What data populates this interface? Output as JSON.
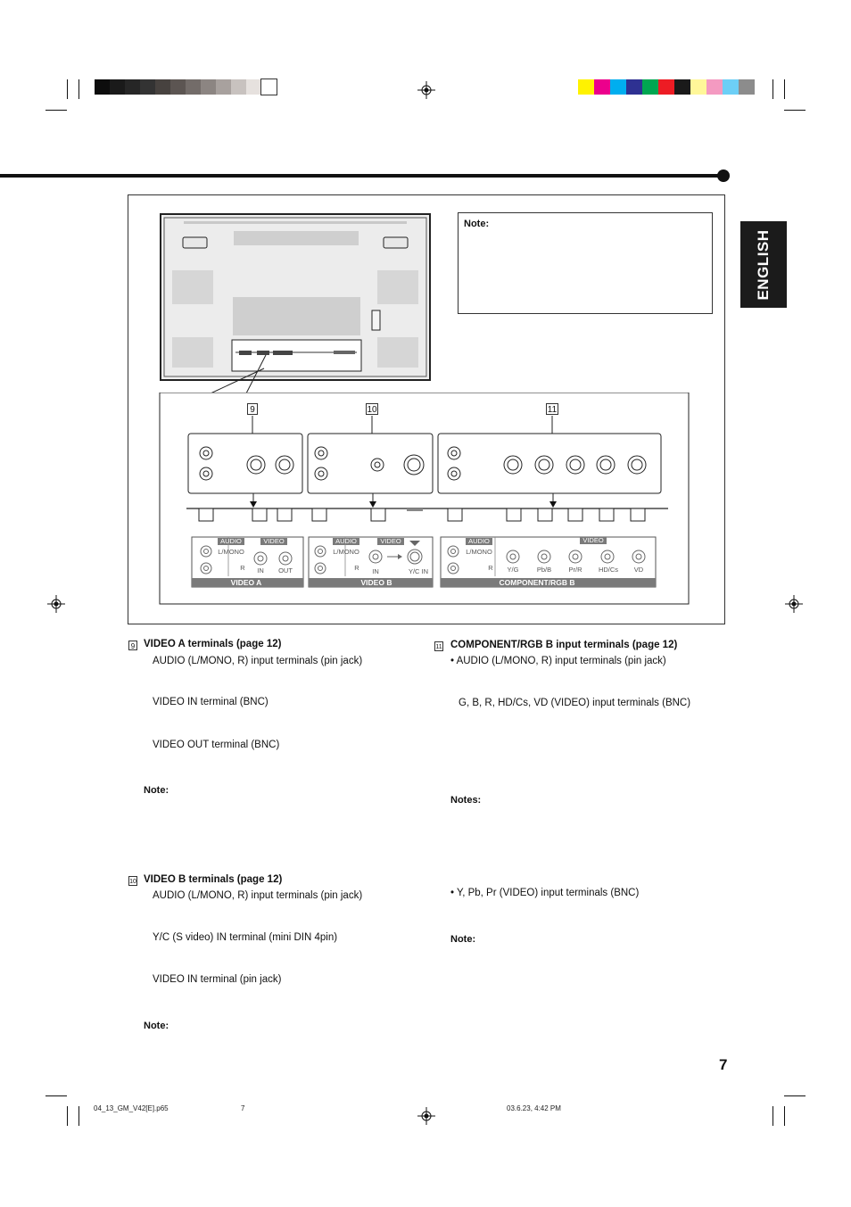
{
  "language_tab": "ENGLISH",
  "figure": {
    "note_label": "Note:",
    "callouts": [
      "9",
      "10",
      "11"
    ],
    "panel_labels": {
      "audio": "AUDIO",
      "l_mono": "L/MONO",
      "r": "R",
      "video": "VIDEO",
      "in": "IN",
      "out": "OUT",
      "yc_in": "Y/C IN",
      "yg": "Y/G",
      "pbb": "Pb/B",
      "prr": "Pr/R",
      "hdcs": "HD/Cs",
      "vd": "VD"
    },
    "group_names": [
      "VIDEO A",
      "VIDEO B",
      "COMPONENT/RGB B"
    ]
  },
  "left_column": {
    "sec9": {
      "num": "9",
      "heading": "VIDEO A terminals (page 12)",
      "items": [
        "AUDIO (L/MONO, R) input terminals (pin jack)",
        "VIDEO IN terminal (BNC)",
        "VIDEO OUT terminal (BNC)"
      ],
      "note": "Note:"
    },
    "sec10": {
      "num": "10",
      "heading": "VIDEO B terminals (page 12)",
      "items": [
        "AUDIO (L/MONO, R) input terminals (pin jack)",
        "Y/C (S video) IN terminal (mini DIN 4pin)",
        "VIDEO IN terminal (pin jack)"
      ],
      "note": "Note:"
    }
  },
  "right_column": {
    "sec11": {
      "num": "11",
      "heading": "COMPONENT/RGB B input terminals (page 12)",
      "item1": "• AUDIO (L/MONO, R) input terminals (pin jack)",
      "item2": "G, B, R, HD/Cs, VD (VIDEO) input terminals (BNC)",
      "notes": "Notes:",
      "item3": "• Y, Pb, Pr (VIDEO) input terminals (BNC)",
      "note": "Note:"
    }
  },
  "page_number": "7",
  "footer": {
    "file": "04_13_GM_V42[E].p65",
    "page": "7",
    "date": "03.6.23, 4:42 PM"
  },
  "colors": {
    "grayscale_bar": [
      "#0d0d0d",
      "#1a1a1a",
      "#262626",
      "#333333",
      "#47423f",
      "#5c5552",
      "#736c69",
      "#8c8582",
      "#a8a19e",
      "#c8c2bf",
      "#e6e1de",
      "#ffffff"
    ],
    "color_bar": [
      "#fff200",
      "#ec008c",
      "#00aeef",
      "#2e3192",
      "#00a651",
      "#ed1c24",
      "#1a1a1a",
      "#fff799",
      "#f49ac1",
      "#6dcff6",
      "#8c8c8c"
    ]
  }
}
